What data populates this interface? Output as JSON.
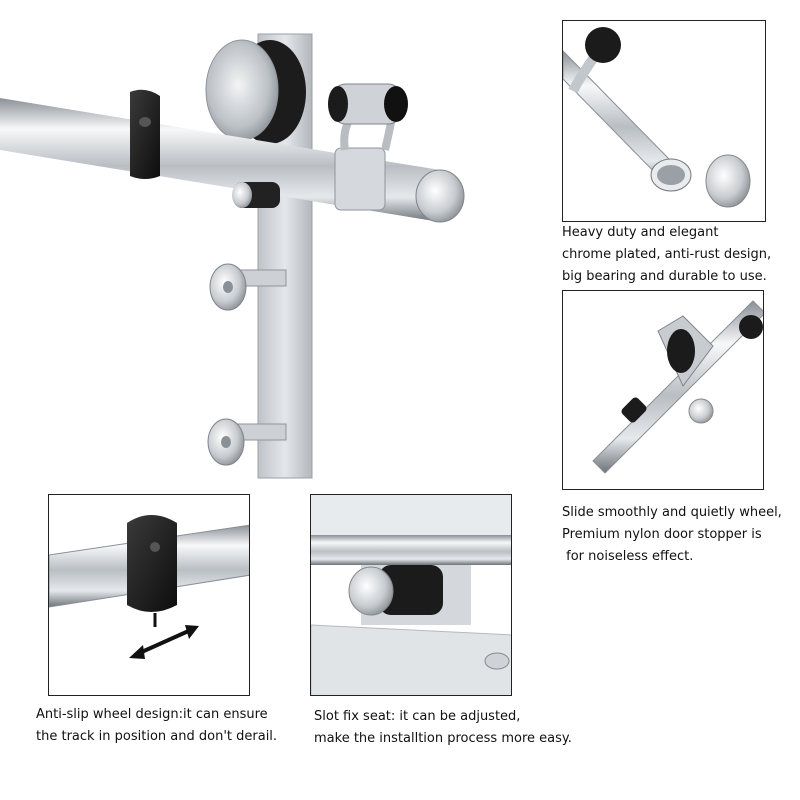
{
  "captions": {
    "top_right": [
      "Heavy duty and elegant",
      "chrome plated, anti-rust design,",
      "big bearing and durable to use."
    ],
    "mid_right": [
      "Slide smoothly and quietly wheel,",
      "Premium nylon door stopper is",
      " for noiseless effect."
    ],
    "bottom_left": [
      "Anti-slip wheel design:it can ensure",
      "the track in position and don't derail."
    ],
    "bottom_middle": [
      "Slot fix seat: it can be adjusted,",
      "make the installtion process more easy."
    ]
  },
  "colors": {
    "background": "#ffffff",
    "frame_border": "#222222",
    "chrome_light": "#f2f4f6",
    "chrome_mid": "#c3c8cd",
    "chrome_dark": "#7d848b",
    "rubber_black": "#1b1b1b",
    "brushed_steel": "#d6d9dc"
  },
  "icons": [
    "double-arrow-icon"
  ]
}
